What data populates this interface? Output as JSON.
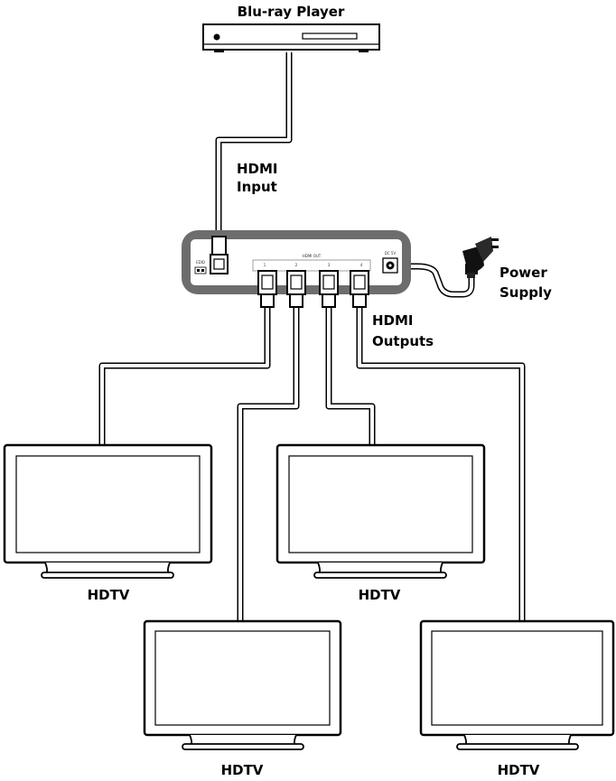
{
  "labels": {
    "source": "Blu-ray Player",
    "input_line1": "HDMI",
    "input_line2": "Input",
    "power_line1": "Power",
    "power_line2": "Supply",
    "outputs_line1": "HDMI",
    "outputs_line2": "Outputs",
    "tv1": "HDTV",
    "tv2": "HDTV",
    "tv3": "HDTV",
    "tv4": "HDTV"
  },
  "splitter_panel": {
    "hdmi_out_label": "HDMI OUT",
    "port_numbers": [
      "1",
      "2",
      "3",
      "4"
    ],
    "dc_label": "DC 5V",
    "service_label": "EDID"
  },
  "colors": {
    "device_outline": "#000000",
    "splitter_frame": "#6d6d6d",
    "cable_fill": "#ffffff",
    "background": "#ffffff"
  }
}
